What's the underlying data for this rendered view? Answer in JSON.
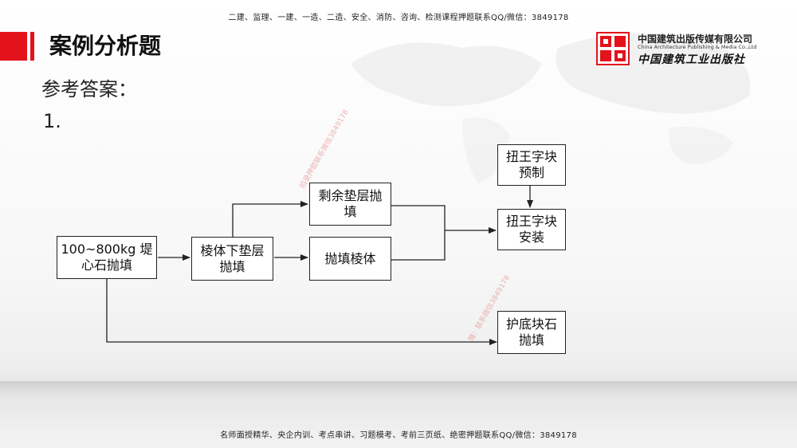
{
  "header": {
    "top_note": "二建、监理、一建、一造、二造、安全、消防、咨询、检测课程押题联系QQ/微信：3849178",
    "bottom_note": "名师面授精华、央企内训、考点串讲、习题模考、考前三页纸、绝密押题联系QQ/微信：3849178"
  },
  "slide": {
    "title": "案例分析题",
    "ref_answer": "参考答案：",
    "item_number": "1."
  },
  "publisher": {
    "name_cn": "中国建筑出版传媒有限公司",
    "name_en": "China Architecture Publishing & Media Co.,Ltd",
    "name_cn2": "中国建筑工业出版社"
  },
  "watermarks": [
    "招录押题联系微信3849178",
    "赠：联系微信3849178"
  ],
  "flowchart": {
    "nodes": {
      "core_stone": "100~800kg 堤心石抛填",
      "under_cushion": "棱体下垫层抛填",
      "remaining_cushion": "剩余垫层抛填",
      "prism_fill": "抛填棱体",
      "block_prefab": "扭王字块预制",
      "block_install": "扭王字块安装",
      "toe_protection": "护底块石抛填"
    }
  },
  "colors": {
    "accent": "#e3121b",
    "line": "#222222"
  }
}
